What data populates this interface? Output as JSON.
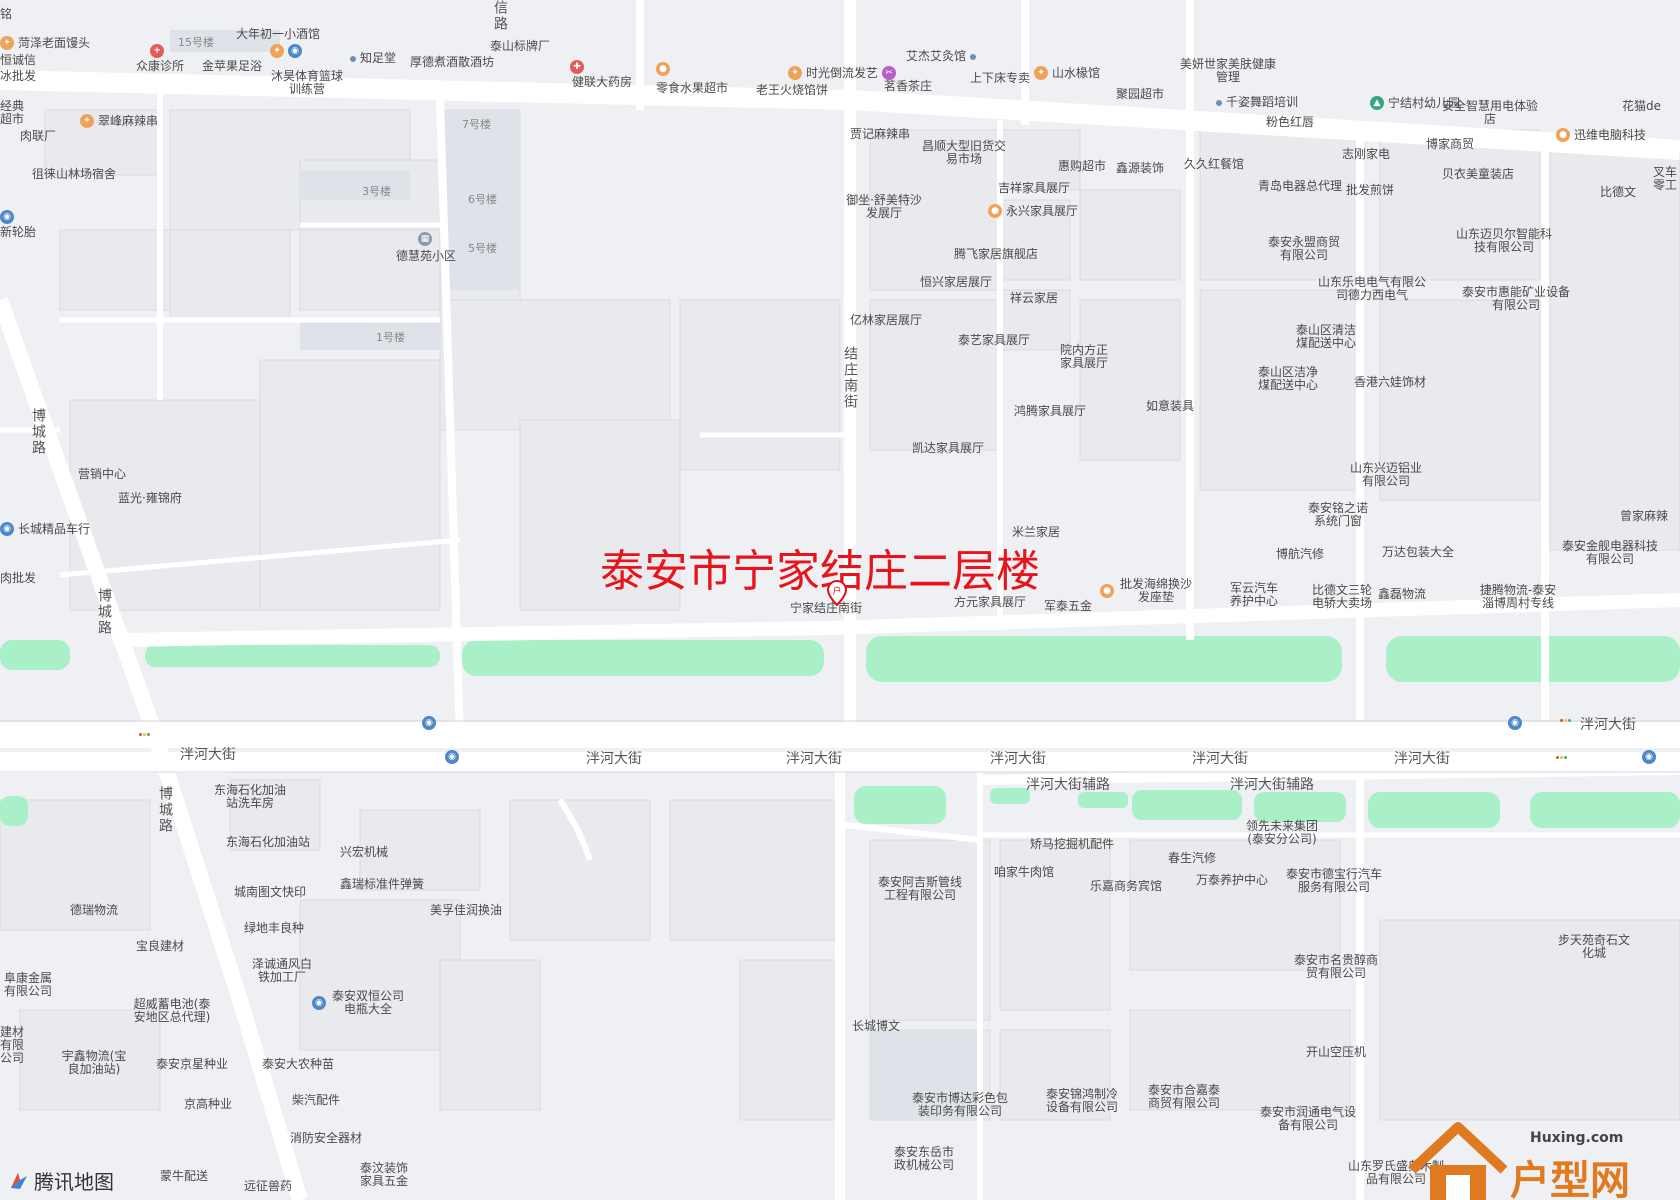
{
  "map": {
    "marker_title": "泰安市宁家结庄二层楼",
    "marker_label": "宁家结庄南街",
    "logo_text": "腾讯地图",
    "watermark_domain": "Huxing.com",
    "watermark_text": "户型网"
  },
  "roads": [
    {
      "name": "泮河大街",
      "id": "r1"
    },
    {
      "name": "泮河大街",
      "id": "r2"
    },
    {
      "name": "泮河大街",
      "id": "r3"
    },
    {
      "name": "泮河大街",
      "id": "r4"
    },
    {
      "name": "泮河大街",
      "id": "r5"
    },
    {
      "name": "泮河大街",
      "id": "r6"
    },
    {
      "name": "泮河大街",
      "id": "r7"
    },
    {
      "name": "泮河大街辅路",
      "id": "r8"
    },
    {
      "name": "泮河大街辅路",
      "id": "r9"
    },
    {
      "name": "博城路",
      "id": "r10"
    },
    {
      "name": "博城路",
      "id": "r11"
    },
    {
      "name": "博城路",
      "id": "r12"
    },
    {
      "name": "结庄南街",
      "id": "r13"
    },
    {
      "name": "信路",
      "id": "r14"
    }
  ],
  "buildings": [
    {
      "name": "15号楼"
    },
    {
      "name": "7号楼"
    },
    {
      "name": "3号楼"
    },
    {
      "name": "6号楼"
    },
    {
      "name": "5号楼"
    },
    {
      "name": "1号楼"
    }
  ],
  "pois": [
    {
      "name": "菏泽老面馒头",
      "icon": "food-icon"
    },
    {
      "name": "大年初一小酒馆",
      "icon": "food-icon"
    },
    {
      "name": "众康诊所",
      "icon": "clinic-icon"
    },
    {
      "name": "金苹果足浴",
      "icon": "dot-icon"
    },
    {
      "name": "沐昊体育篮球训练营",
      "icon": "sports-icon"
    },
    {
      "name": "知足堂",
      "icon": "dot-icon"
    },
    {
      "name": "厚德煮酒散酒坊",
      "icon": "shop-icon"
    },
    {
      "name": "泰山标牌厂",
      "icon": "dot-icon"
    },
    {
      "name": "健联大药房",
      "icon": "pharmacy-icon"
    },
    {
      "name": "零食水果超市",
      "icon": "shop-icon"
    },
    {
      "name": "时光倒流发艺",
      "icon": "beauty-icon"
    },
    {
      "name": "老王火烧馅饼",
      "icon": "food-icon"
    },
    {
      "name": "艾杰艾灸馆",
      "icon": "dot-icon"
    },
    {
      "name": "茗香茶庄",
      "icon": "shop-icon"
    },
    {
      "name": "上下床专卖",
      "icon": "shop-icon"
    },
    {
      "name": "山水椽馆",
      "icon": "food-icon"
    },
    {
      "name": "美妍世家美肤健康管理",
      "icon": "beauty-icon"
    },
    {
      "name": "聚园超市",
      "icon": "shop-icon"
    },
    {
      "name": "千姿舞蹈培训",
      "icon": "dot-icon"
    },
    {
      "name": "宁结村幼儿园",
      "icon": "school-icon"
    },
    {
      "name": "安全智慧用电体验店",
      "icon": "shop-icon"
    },
    {
      "name": "粉色红唇",
      "icon": "beauty-icon"
    },
    {
      "name": "迅维电脑科技",
      "icon": "shop-icon"
    },
    {
      "name": "花猫de",
      "icon": "shop-icon"
    },
    {
      "name": "翠峰麻辣串",
      "icon": "food-icon"
    },
    {
      "name": "肉联厂",
      "icon": "shop-icon"
    },
    {
      "name": "徂徕山林场宿舍",
      "icon": "bldg-icon"
    },
    {
      "name": "新轮胎",
      "icon": "car-icon"
    },
    {
      "name": "德慧苑小区",
      "icon": "bldg-icon"
    },
    {
      "name": "贾记麻辣串",
      "icon": "food-icon"
    },
    {
      "name": "昌顺大型旧货交易市场",
      "icon": "shop-icon"
    },
    {
      "name": "惠购超市",
      "icon": "shop-icon"
    },
    {
      "name": "鑫源装饰",
      "icon": "shop-icon"
    },
    {
      "name": "久久红餐馆",
      "icon": "food-icon"
    },
    {
      "name": "青岛电器总代理",
      "icon": "shop-icon"
    },
    {
      "name": "志刚家电",
      "icon": "shop-icon"
    },
    {
      "name": "博家商贸",
      "icon": "dot-icon"
    },
    {
      "name": "贝衣美童装店",
      "icon": "shop-icon"
    },
    {
      "name": "批发煎饼",
      "icon": "food-icon"
    },
    {
      "name": "比德文",
      "icon": "car-icon"
    },
    {
      "name": "叉车零工",
      "icon": "shop-icon"
    },
    {
      "name": "御坐·舒美特沙发展厅",
      "icon": "shop-icon"
    },
    {
      "name": "吉祥家具展厅",
      "icon": "shop-icon"
    },
    {
      "name": "永兴家具展厅",
      "icon": "shop-icon"
    },
    {
      "name": "腾飞家居旗舰店",
      "icon": "shop-icon"
    },
    {
      "name": "泰安永盟商贸有限公司",
      "icon": "dot-icon"
    },
    {
      "name": "山东迈贝尔智能科技有限公司",
      "icon": "dot-icon"
    },
    {
      "name": "恒兴家居展厅",
      "icon": "shop-icon"
    },
    {
      "name": "祥云家居",
      "icon": "shop-icon"
    },
    {
      "name": "山东乐电电气有限公司德力西电气",
      "icon": "dot-icon"
    },
    {
      "name": "泰安市惠能矿业设备有限公司",
      "icon": "dot-icon"
    },
    {
      "name": "亿林家居展厅",
      "icon": "shop-icon"
    },
    {
      "name": "泰艺家具展厅",
      "icon": "shop-icon"
    },
    {
      "name": "泰山区清洁煤配送中心",
      "icon": "dot-icon"
    },
    {
      "name": "院内方正家具展厅",
      "icon": "shop-icon"
    },
    {
      "name": "泰山区洁净煤配送中心",
      "icon": "dot-icon"
    },
    {
      "name": "香港六娃饰材",
      "icon": "shop-icon"
    },
    {
      "name": "鸿腾家具展厅",
      "icon": "shop-icon"
    },
    {
      "name": "如意装具",
      "icon": "car-icon"
    },
    {
      "name": "凯达家具展厅",
      "icon": "shop-icon"
    },
    {
      "name": "营销中心",
      "icon": "bldg-icon"
    },
    {
      "name": "蓝光·雍锦府",
      "icon": "bldg-icon"
    },
    {
      "name": "长城精品车行",
      "icon": "car-icon"
    },
    {
      "name": "山东兴迈铝业有限公司",
      "icon": "dot-icon"
    },
    {
      "name": "泰安铭之诺系统门窗",
      "icon": "dot-icon"
    },
    {
      "name": "曾家麻辣",
      "icon": "food-icon"
    },
    {
      "name": "米兰家居",
      "icon": "shop-icon"
    },
    {
      "name": "博航汽修",
      "icon": "dot-icon"
    },
    {
      "name": "万达包装大全",
      "icon": "shop-icon"
    },
    {
      "name": "泰安金舰电器科技有限公司",
      "icon": "dot-icon"
    },
    {
      "name": "肉批发",
      "icon": "shop-icon"
    },
    {
      "name": "宁家结庄南街",
      "icon": "bldg-icon"
    },
    {
      "name": "方元家具展厅",
      "icon": "shop-icon"
    },
    {
      "name": "军泰五金",
      "icon": "shop-icon"
    },
    {
      "name": "批发海绵换沙发座垫",
      "icon": "shop-icon"
    },
    {
      "name": "军云汽车养护中心",
      "icon": "car-icon"
    },
    {
      "name": "比德文三轮电轿大卖场",
      "icon": "car-icon"
    },
    {
      "name": "鑫磊物流",
      "icon": "dot-icon"
    },
    {
      "name": "捷腾物流-泰安淄博周村专线",
      "icon": "dot-icon"
    },
    {
      "name": "东海石化加油站洗车房",
      "icon": "bus-icon"
    },
    {
      "name": "东海石化加油站",
      "icon": "gas-icon"
    },
    {
      "name": "兴宏机械",
      "icon": "dot-icon"
    },
    {
      "name": "鑫瑞标准件弹簧",
      "icon": "shop-icon"
    },
    {
      "name": "城南图文快印",
      "icon": "shop-icon"
    },
    {
      "name": "美孚佳润换油",
      "icon": "car-icon"
    },
    {
      "name": "德瑞物流",
      "icon": "dot-icon"
    },
    {
      "name": "绿地丰良种",
      "icon": "shop-icon"
    },
    {
      "name": "宝良建材",
      "icon": "shop-icon"
    },
    {
      "name": "泽诚通风白铁加工厂",
      "icon": "shop-icon"
    },
    {
      "name": "泰安双恒公司电瓶大全",
      "icon": "car-icon"
    },
    {
      "name": "超威蓄电池(泰安地区总代理)",
      "icon": "bus-icon"
    },
    {
      "name": "泰安京星种业",
      "icon": "shop-icon"
    },
    {
      "name": "泰安大农种苗",
      "icon": "shop-icon"
    },
    {
      "name": "宇鑫物流(宝良加油站)",
      "icon": "dot-icon"
    },
    {
      "name": "京高种业",
      "icon": "shop-icon"
    },
    {
      "name": "柴汽配件",
      "icon": "car-icon"
    },
    {
      "name": "消防安全器材",
      "icon": "shop-icon"
    },
    {
      "name": "泰汶装饰家具五金",
      "icon": "shop-icon"
    },
    {
      "name": "蒙牛配送",
      "icon": "dot-icon"
    },
    {
      "name": "远征兽药",
      "icon": "shop-icon"
    },
    {
      "name": "矫马挖掘机配件",
      "icon": "dot-icon"
    },
    {
      "name": "领先未来集团(泰安分公司)",
      "icon": "dot-icon"
    },
    {
      "name": "咱家牛肉馆",
      "icon": "food-icon"
    },
    {
      "name": "乐嘉商务宾馆",
      "icon": "hotel-icon"
    },
    {
      "name": "春生汽修",
      "icon": "car-icon"
    },
    {
      "name": "万泰养护中心",
      "icon": "car-icon"
    },
    {
      "name": "泰安市德宝行汽车服务有限公司",
      "icon": "car-icon"
    },
    {
      "name": "泰安阿吉斯管线工程有限公司",
      "icon": "dot-icon"
    },
    {
      "name": "步天苑奇石文化城",
      "icon": "shop-icon"
    },
    {
      "name": "泰安市名贵醇商贸有限公司",
      "icon": "dot-icon"
    },
    {
      "name": "长城博文",
      "icon": "shop-icon"
    },
    {
      "name": "开山空压机",
      "icon": "shop-icon"
    },
    {
      "name": "泰安市博达彩色包装印务有限公司",
      "icon": "dot-icon"
    },
    {
      "name": "泰安锦鸿制冷设备有限公司",
      "icon": "car-icon"
    },
    {
      "name": "泰安市合嘉泰商贸有限公司",
      "icon": "dot-icon"
    },
    {
      "name": "泰安市润通电气设备有限公司",
      "icon": "dot-icon"
    },
    {
      "name": "泰安东岳市政机械公司",
      "icon": "dot-icon"
    },
    {
      "name": "山东罗氏盛典木制品有限公司",
      "icon": "dot-icon"
    },
    {
      "name": "铭",
      "icon": "text"
    },
    {
      "name": "恒诚信",
      "icon": "text"
    },
    {
      "name": "冰批发",
      "icon": "text"
    },
    {
      "name": "经典超市",
      "icon": "text"
    },
    {
      "name": "阜康金属有限公司",
      "icon": "text"
    },
    {
      "name": "建材有限公司",
      "icon": "text"
    }
  ]
}
